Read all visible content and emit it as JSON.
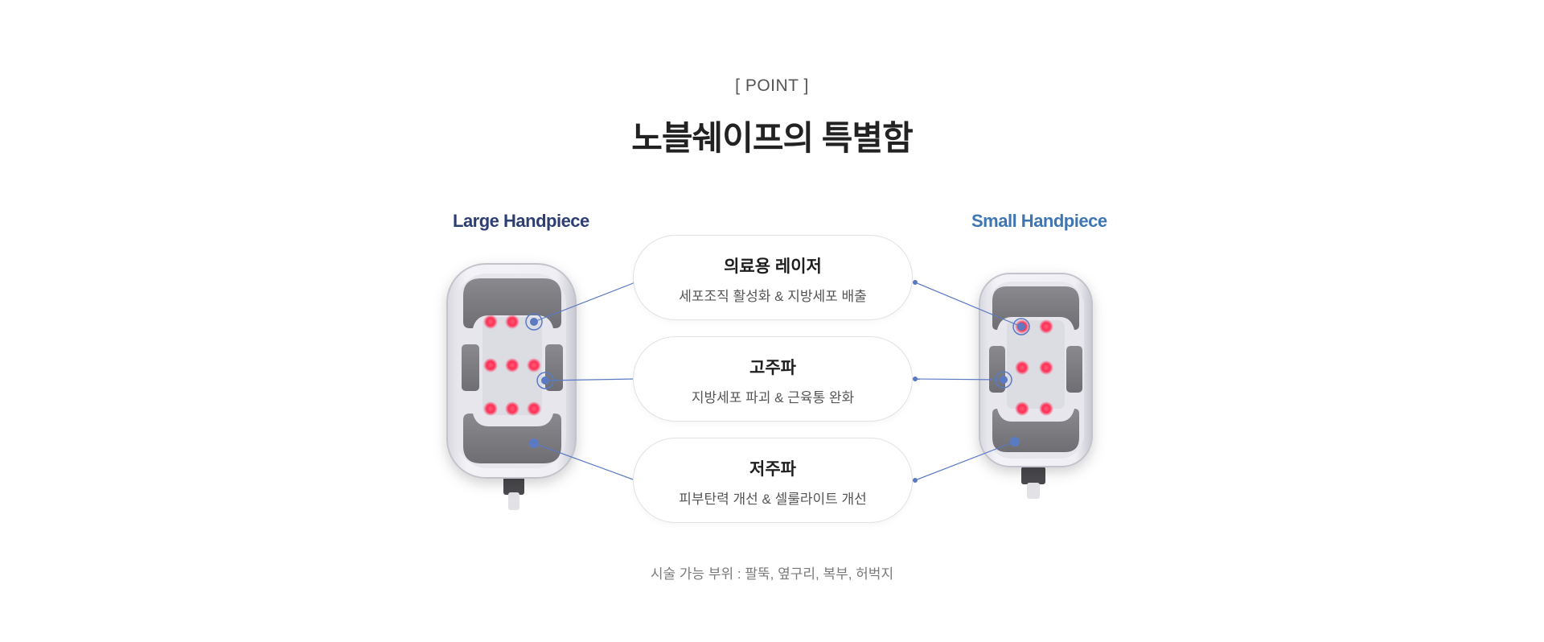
{
  "section": {
    "eyebrow": "[ POINT ]",
    "title": "노블쉐이프의 특별함"
  },
  "handpieces": {
    "large_label": "Large Handpiece",
    "small_label": "Small Handpiece"
  },
  "features": [
    {
      "title": "의료용 레이저",
      "description": "세포조직 활성화 & 지방세포 배출"
    },
    {
      "title": "고주파",
      "description": "지방세포 파괴 & 근육통 완화"
    },
    {
      "title": "저주파",
      "description": "피부탄력 개선 & 셀룰라이트 개선"
    }
  ],
  "footnote": "시술 가능 부위 : 팔뚝, 옆구리, 복부, 허벅지",
  "colors": {
    "large_label": "#2d3e74",
    "small_label": "#3d76b3",
    "connector": "#5b7ac4",
    "laser_dot": "#ff3d5f"
  }
}
